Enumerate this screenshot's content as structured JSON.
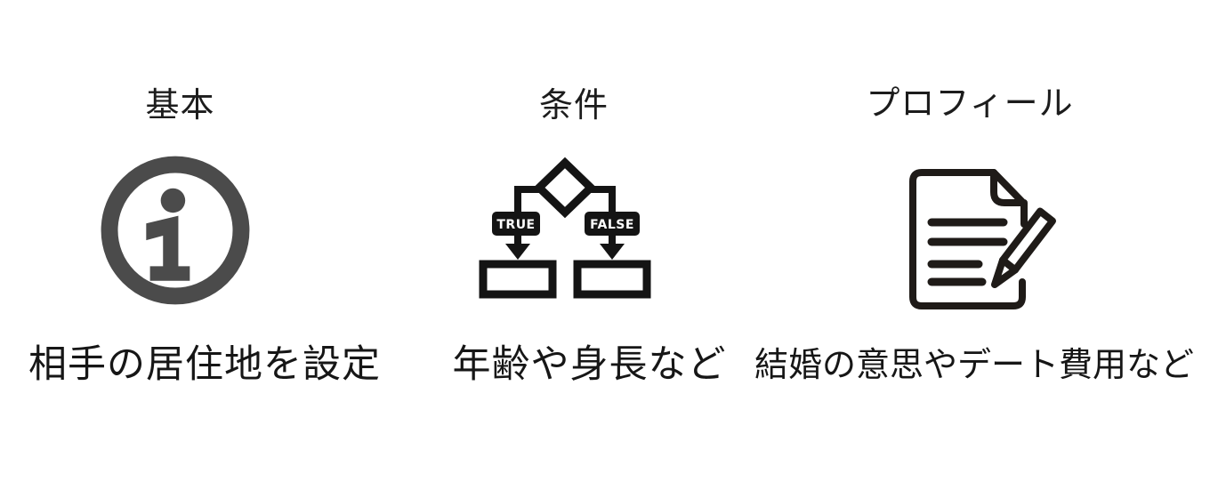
{
  "canvas": {
    "background": "#ffffff",
    "text_color": "#1c1c1c"
  },
  "columns": [
    {
      "id": "basic",
      "title": "基本",
      "caption": "相手の居住地を設定",
      "icon": "info-icon",
      "icon_color": "#4b4b4b"
    },
    {
      "id": "condition",
      "title": "条件",
      "caption": "年齢や身長など",
      "icon": "decision-flowchart-icon",
      "icon_color": "#141414",
      "labels": {
        "true_label": "TRUE",
        "false_label": "FALSE"
      }
    },
    {
      "id": "profile",
      "title": "プロフィール",
      "caption": "結婚の意思やデート費用など",
      "icon": "document-edit-icon",
      "icon_color": "#1f1b18"
    }
  ]
}
